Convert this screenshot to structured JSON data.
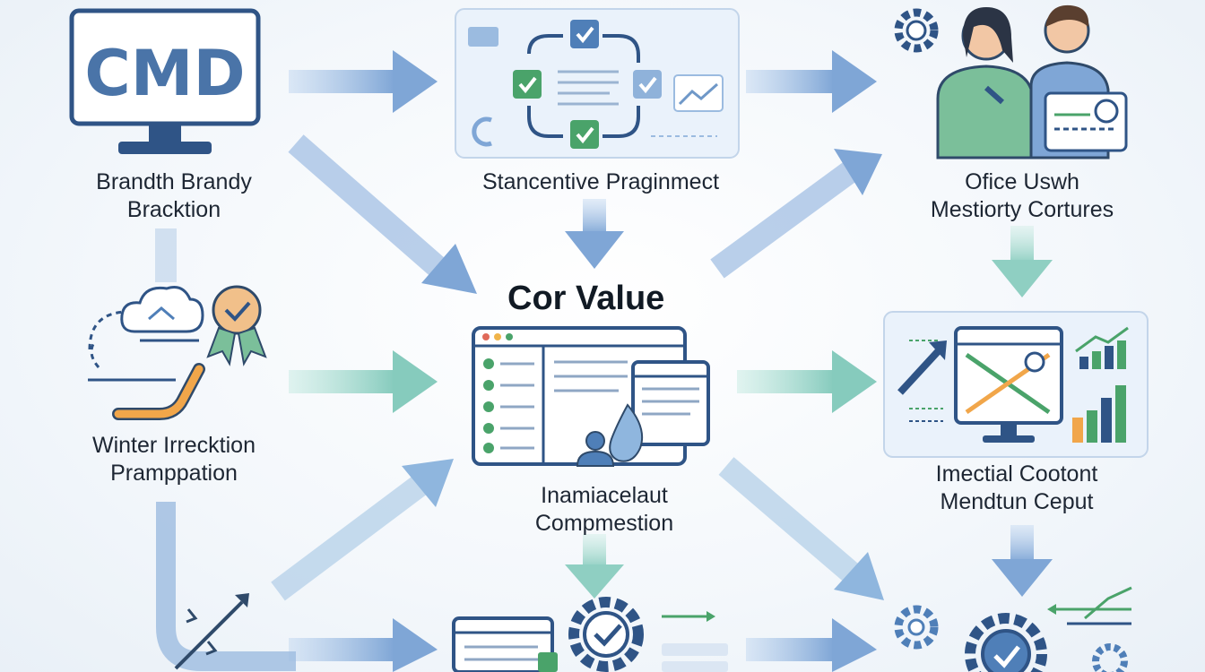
{
  "title": "Cor Value",
  "logo_text": "CMD",
  "nodes": {
    "brand": {
      "line1": "Brandth Brandy",
      "line2": "Bracktion",
      "icon": "monitor-logo-icon"
    },
    "strategy": {
      "line1": "Stancentive Praginmect",
      "icon": "cycle-checklist-icon"
    },
    "office": {
      "line1": "Ofice Uswh",
      "line2": "Mestiorty Cortures",
      "icon": "team-presentation-icon"
    },
    "winter": {
      "line1": "Winter Irrecktion",
      "line2": "Pramppation",
      "icon": "cloud-award-icon"
    },
    "core": {
      "line1": "Inamiacelaut",
      "line2": "Compmestion",
      "icon": "dashboard-windows-icon"
    },
    "metric": {
      "line1": "Imectial Cootont",
      "line2": "Mendtun Ceput",
      "icon": "analytics-monitor-icon"
    }
  },
  "colors": {
    "accent_blue": "#3f6ea8",
    "arrow_blue": "#7fa6d6",
    "arrow_teal": "#8fcfc2",
    "check_green": "#4aa36a",
    "text": "#1d2633"
  }
}
